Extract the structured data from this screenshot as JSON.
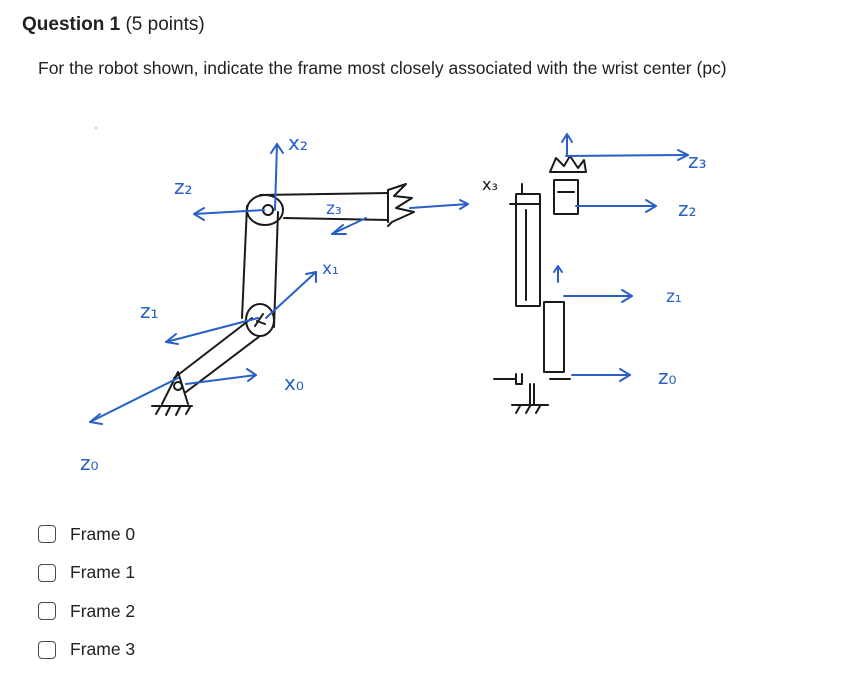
{
  "question": {
    "number_label": "Question 1",
    "points_label": "(5 points)",
    "prompt": "For the robot shown, indicate the frame most closely associated with the wrist center (pc)"
  },
  "figure": {
    "ink_colors": {
      "robot": "#1a1a1a",
      "frames": "#2a5fc7"
    },
    "left_sketch_labels": {
      "z0": "z₀",
      "z1": "z₁",
      "z2": "z₂",
      "z3": "z₃",
      "x0": "x₀",
      "x1": "x₁",
      "x2": "x₂"
    },
    "right_sketch_labels": {
      "x3": "x₃",
      "z3": "z₃",
      "z2": "z₂",
      "z1": "z₁",
      "z0": "z₀"
    }
  },
  "options": [
    {
      "label": "Frame 0"
    },
    {
      "label": "Frame 1"
    },
    {
      "label": "Frame 2"
    },
    {
      "label": "Frame 3"
    }
  ]
}
